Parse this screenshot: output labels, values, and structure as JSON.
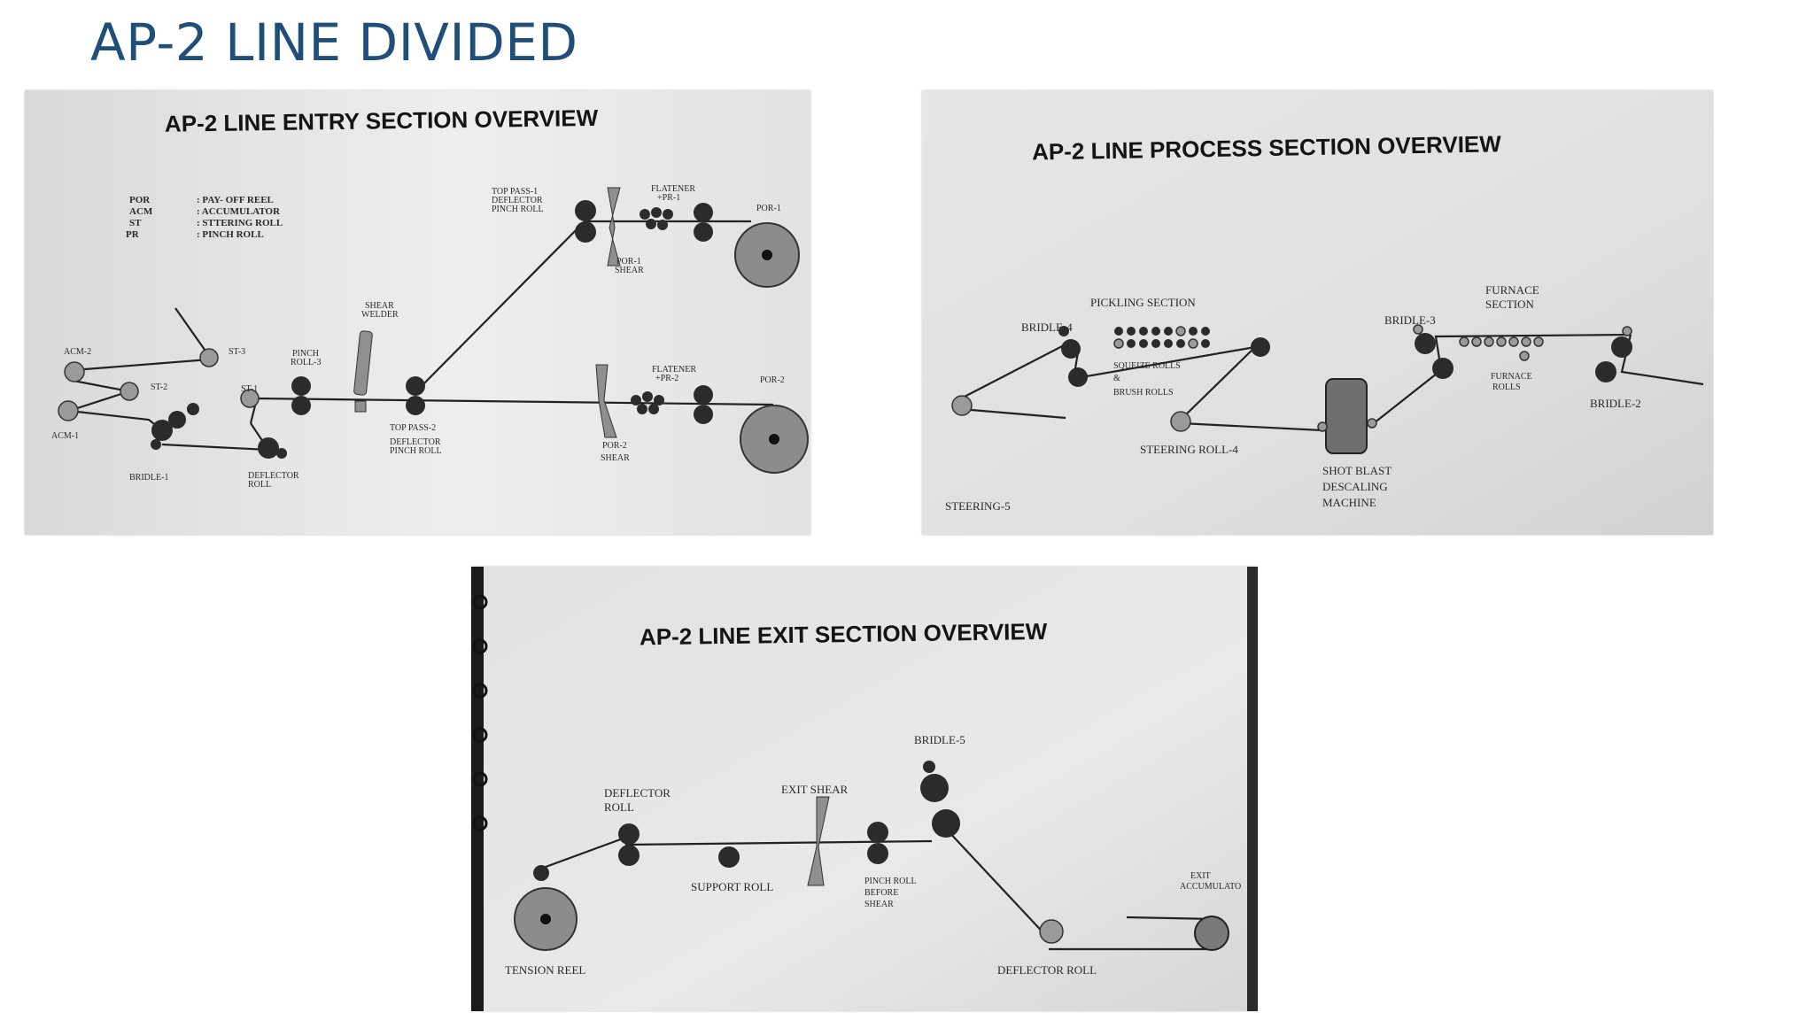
{
  "slide": {
    "title": "AP-2 LINE DIVIDED"
  },
  "entry": {
    "title": "AP-2 LINE ENTRY SECTION OVERVIEW",
    "legend": [
      {
        "abbr": "POR",
        "desc": ": PAY- OFF REEL"
      },
      {
        "abbr": "ACM",
        "desc": ": ACCUMULATOR"
      },
      {
        "abbr": "ST",
        "desc": ": STTERING ROLL"
      },
      {
        "abbr": "PR",
        "desc": ": PINCH ROLL"
      }
    ],
    "labels": {
      "top_pass_1": [
        "TOP PASS-1",
        "DEFLECTOR",
        "PINCH ROLL"
      ],
      "flatener_1": [
        "FLATENER",
        "+PR-1"
      ],
      "por_1": "POR-1",
      "por_1_shear": [
        "POR-1",
        "SHEAR"
      ],
      "shear_welder": [
        "SHEAR",
        "WELDER"
      ],
      "acm_2": "ACM-2",
      "st_3": "ST-3",
      "pinch_roll_3": [
        "PINCH",
        "ROLL-3"
      ],
      "flatener_2": [
        "FLATENER",
        "+PR-2"
      ],
      "por_2": "POR-2",
      "st_2": "ST-2",
      "st_1": "ST-1",
      "acm_1": "ACM-1",
      "top_pass_2": [
        "TOP PASS-2",
        "DEFLECTOR",
        "PINCH ROLL"
      ],
      "por_2_shear": [
        "POR-2",
        "SHEAR"
      ],
      "bridle_1": "BRIDLE-1",
      "deflector_roll": [
        "DEFLECTOR",
        "ROLL"
      ]
    }
  },
  "process": {
    "title": "AP-2 LINE PROCESS SECTION OVERVIEW",
    "labels": {
      "pickling_section": "PICKLING SECTION",
      "bridle_4": "BRIDLE-4",
      "squeeze_rolls": [
        "SQUEIZE ROLLS",
        "&",
        "BRUSH ROLLS"
      ],
      "furnace_section": [
        "FURNACE",
        "SECTION"
      ],
      "bridle_3": "BRIDLE-3",
      "furnace_rolls": [
        "FURNACE",
        "ROLLS"
      ],
      "bridle_2": "BRIDLE-2",
      "steering_roll_4": "STEERING ROLL-4",
      "shot_blast": [
        "SHOT BLAST",
        "DESCALING",
        "MACHINE"
      ],
      "steering_5": "STEERING-5"
    }
  },
  "exit": {
    "title": "AP-2 LINE EXIT SECTION OVERVIEW",
    "labels": {
      "bridle_5": "BRIDLE-5",
      "deflector_roll_top": [
        "DEFLECTOR",
        "ROLL"
      ],
      "exit_shear": "EXIT SHEAR",
      "support_roll": "SUPPORT ROLL",
      "pinch_roll_before_shear": [
        "PINCH ROLL",
        "BEFORE",
        "SHEAR"
      ],
      "exit_accumulator": [
        "EXIT",
        "ACCUMULATO"
      ],
      "tension_reel": "TENSION REEL",
      "deflector_roll_bottom": "DEFLECTOR ROLL"
    }
  }
}
